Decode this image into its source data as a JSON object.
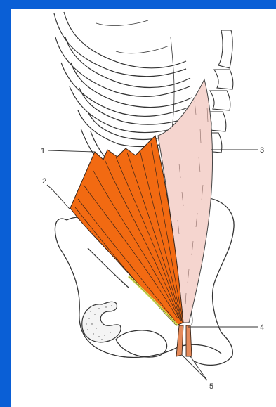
{
  "colors": {
    "background": "#0a5fd6",
    "panel": "#ffffff",
    "muscle_orange": "#f26a12",
    "fascia_pink": "#f5d5cf",
    "nerve_yellow": "#d8e35a",
    "outline": "#333333"
  },
  "labels": [
    {
      "id": "1",
      "text": "1"
    },
    {
      "id": "2",
      "text": "2"
    },
    {
      "id": "3",
      "text": "3"
    },
    {
      "id": "4",
      "text": "4"
    },
    {
      "id": "5",
      "text": "5"
    }
  ]
}
